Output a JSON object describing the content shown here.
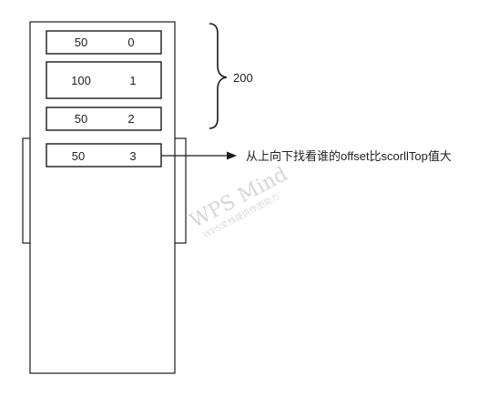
{
  "items": [
    {
      "height": "50",
      "index": "0"
    },
    {
      "height": "100",
      "index": "1"
    },
    {
      "height": "50",
      "index": "2"
    },
    {
      "height": "50",
      "index": "3"
    }
  ],
  "brace_label": "200",
  "arrow_label": "从上向下找看谁的offset比scorllTop值大",
  "watermark": {
    "main": "WPS Mind",
    "sub": "WPS文档提供作图能力"
  },
  "colors": {
    "stroke": "#1a1a1a",
    "text": "#222222",
    "watermark": "#d6d6d6"
  }
}
